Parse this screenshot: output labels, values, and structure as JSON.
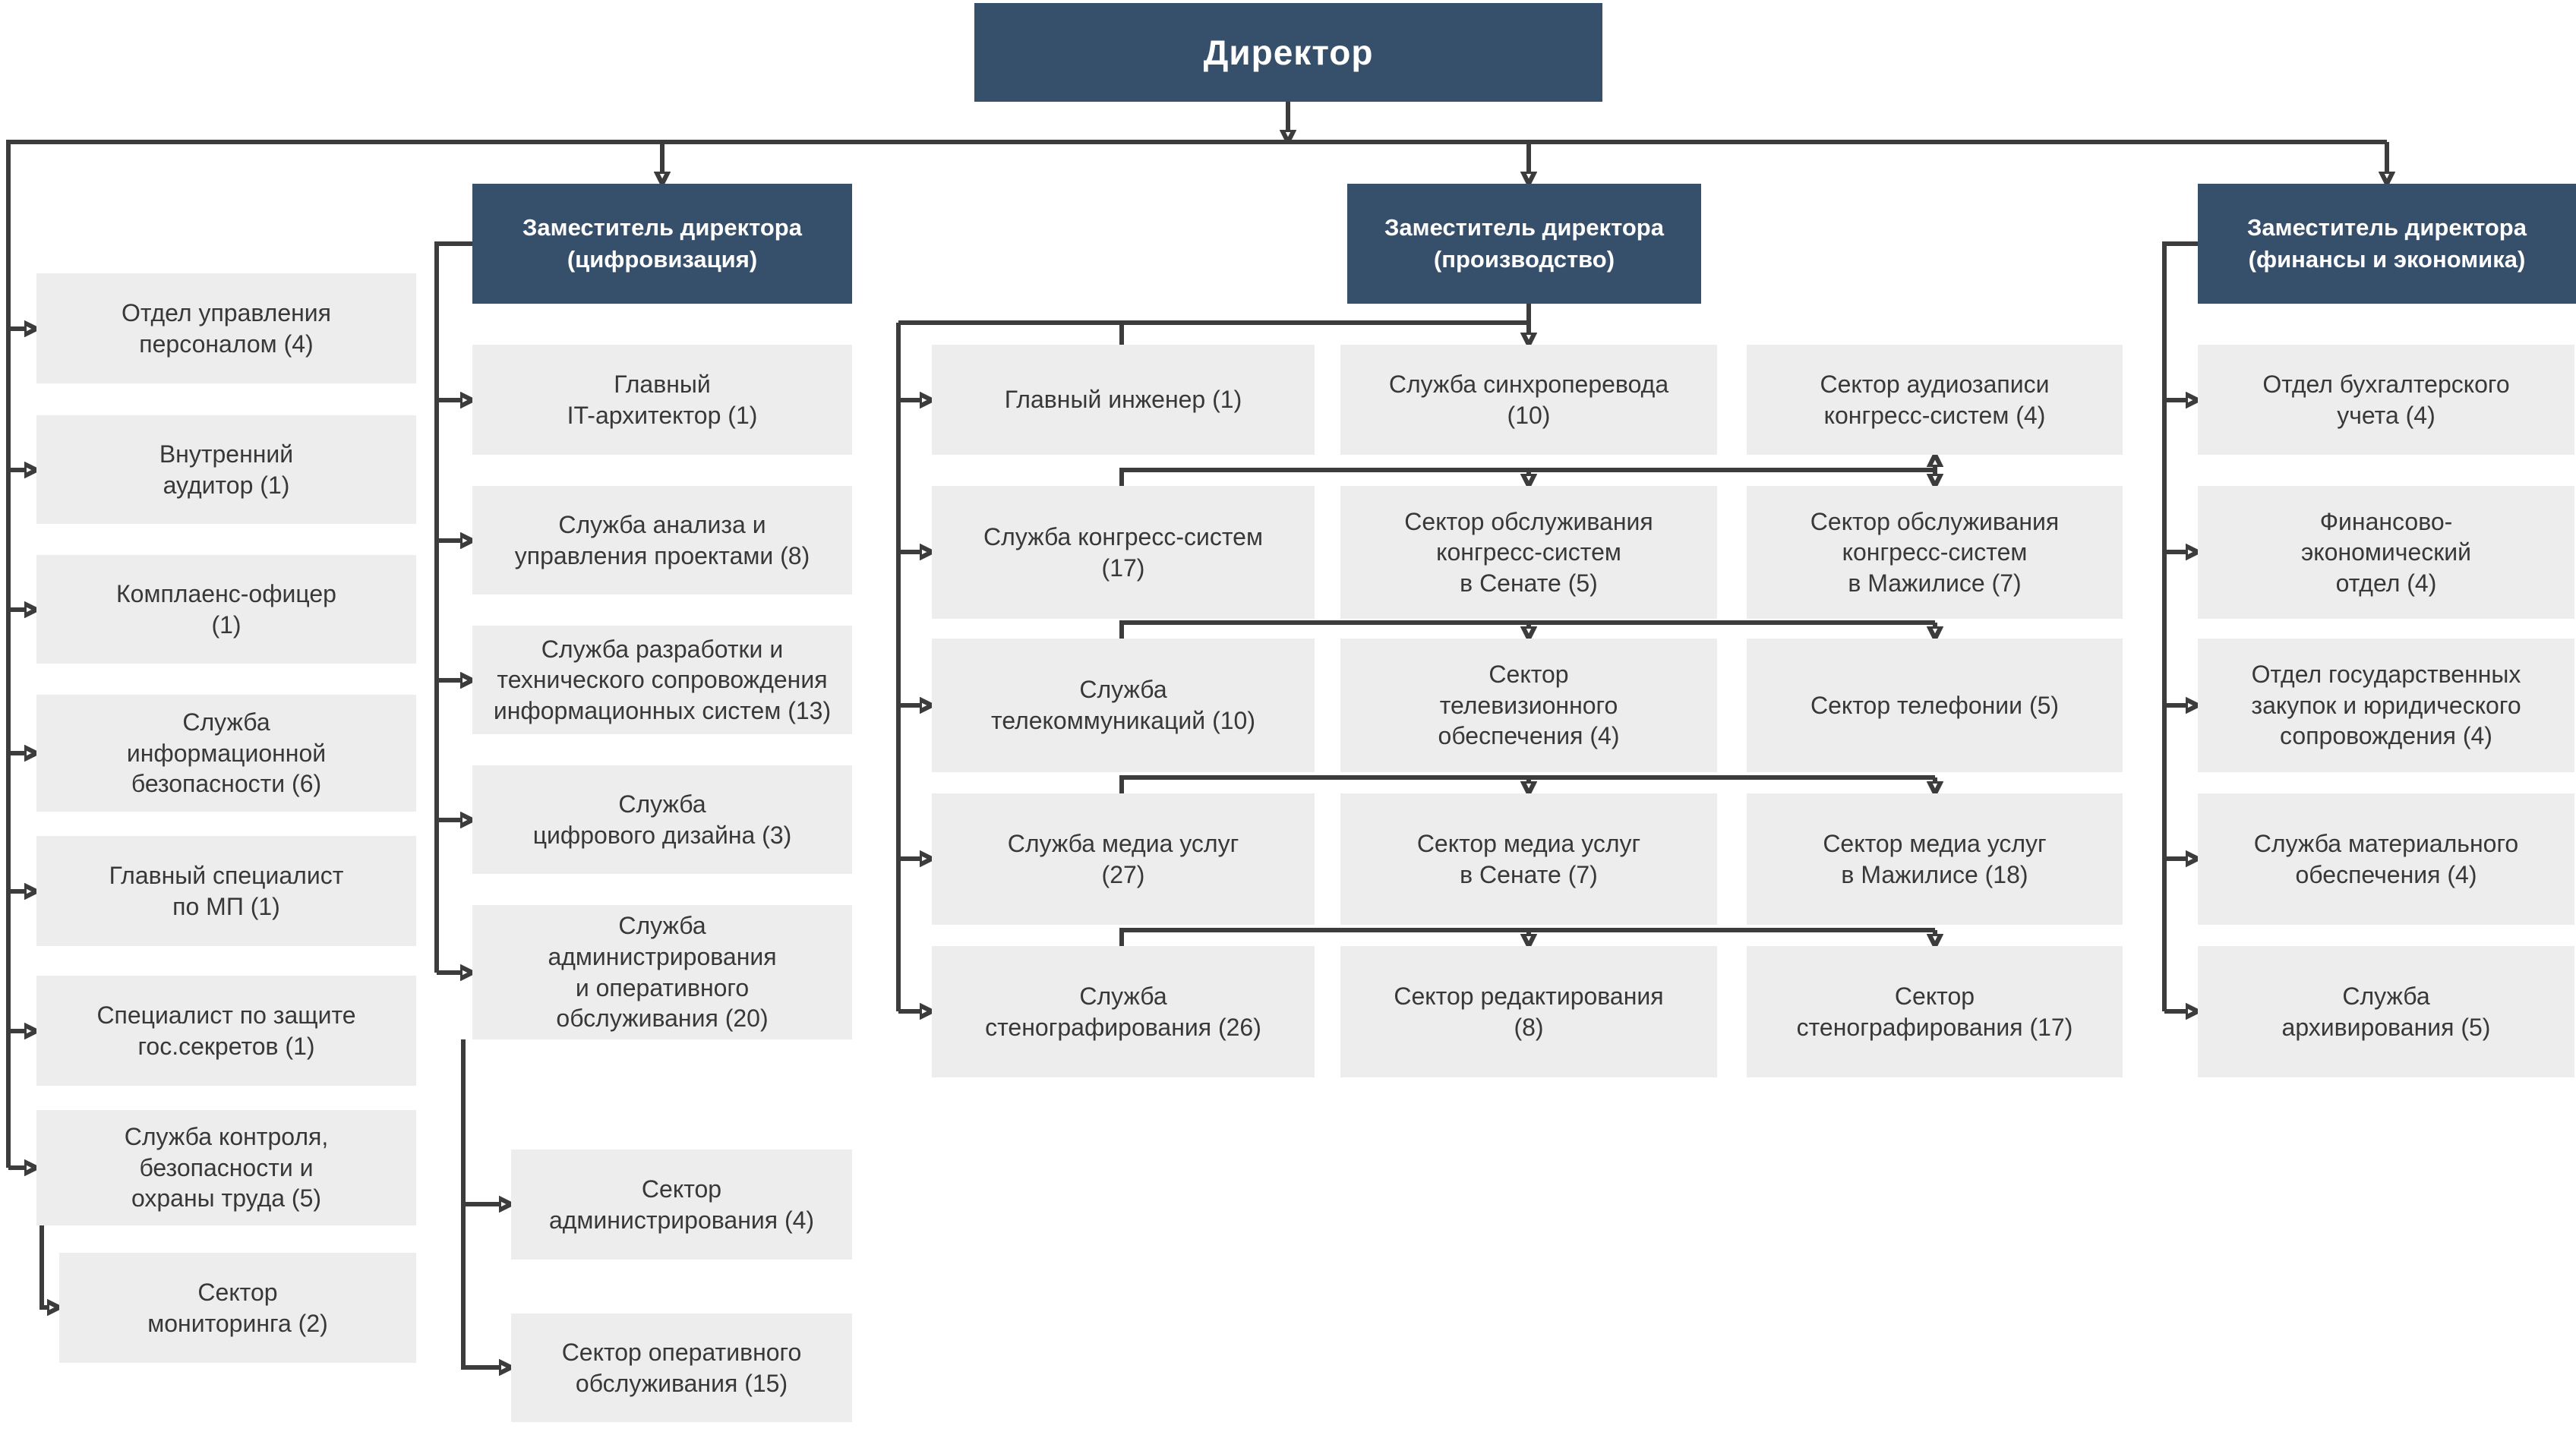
{
  "colors": {
    "header_bg": "#36506C",
    "node_bg": "#EDEDED",
    "node_text": "#383838",
    "header_text": "#FFFFFF",
    "line": "#3C3C3C"
  },
  "director": {
    "label": "Директор"
  },
  "left": {
    "items": [
      "Отдел управления\nперсоналом (4)",
      "Внутренний\nаудитор (1)",
      "Комплаенс-офицер\n(1)",
      "Служба\nинформационной\nбезопасности (6)",
      "Главный специалист\nпо МП (1)",
      "Специалист по защите\nгос.секретов (1)",
      "Служба контроля,\nбезопасности и\nохраны труда (5)",
      "Сектор\nмониторинга (2)"
    ]
  },
  "digital": {
    "header": "Заместитель директора\n(цифровизация)",
    "items": [
      "Главный\nIT-архитектор (1)",
      "Служба анализа и\nуправления проектами (8)",
      "Служба разработки и\nтехнического сопровождения\nинформационных систем (13)",
      "Служба\nцифрового дизайна (3)",
      "Служба\nадминистрирования\nи оперативного\nобслуживания (20)"
    ],
    "children": [
      "Сектор\nадминистрирования (4)",
      "Сектор оперативного\nобслуживания (15)"
    ]
  },
  "production": {
    "header": "Заместитель директора\n(производство)",
    "rows": [
      [
        "Главный инженер (1)",
        "Служба синхроперевода\n(10)",
        "Сектор аудиозаписи\nконгресс-систем (4)"
      ],
      [
        "Служба конгресс-систем\n(17)",
        "Сектор обслуживания\nконгресс-систем\nв Сенате (5)",
        "Сектор обслуживания\nконгресс-систем\nв Мажилисе (7)"
      ],
      [
        "Служба\nтелекоммуникаций (10)",
        "Сектор\nтелевизионного\nобеспечения (4)",
        "Сектор телефонии (5)"
      ],
      [
        "Служба медиа услуг\n(27)",
        "Сектор медиа услуг\nв Сенате (7)",
        "Сектор медиа услуг\nв Мажилисе (18)"
      ],
      [
        "Служба\nстенографирования (26)",
        "Сектор редактирования\n(8)",
        "Сектор\nстенографирования (17)"
      ]
    ]
  },
  "finance": {
    "header": "Заместитель директора\n(финансы и экономика)",
    "items": [
      "Отдел бухгалтерского\nучета (4)",
      "Финансово-\nэкономический\nотдел (4)",
      "Отдел государственных\nзакупок и юридического\nсопровождения (4)",
      "Служба материального\nобеспечения (4)",
      "Служба\nархивирования (5)"
    ]
  }
}
